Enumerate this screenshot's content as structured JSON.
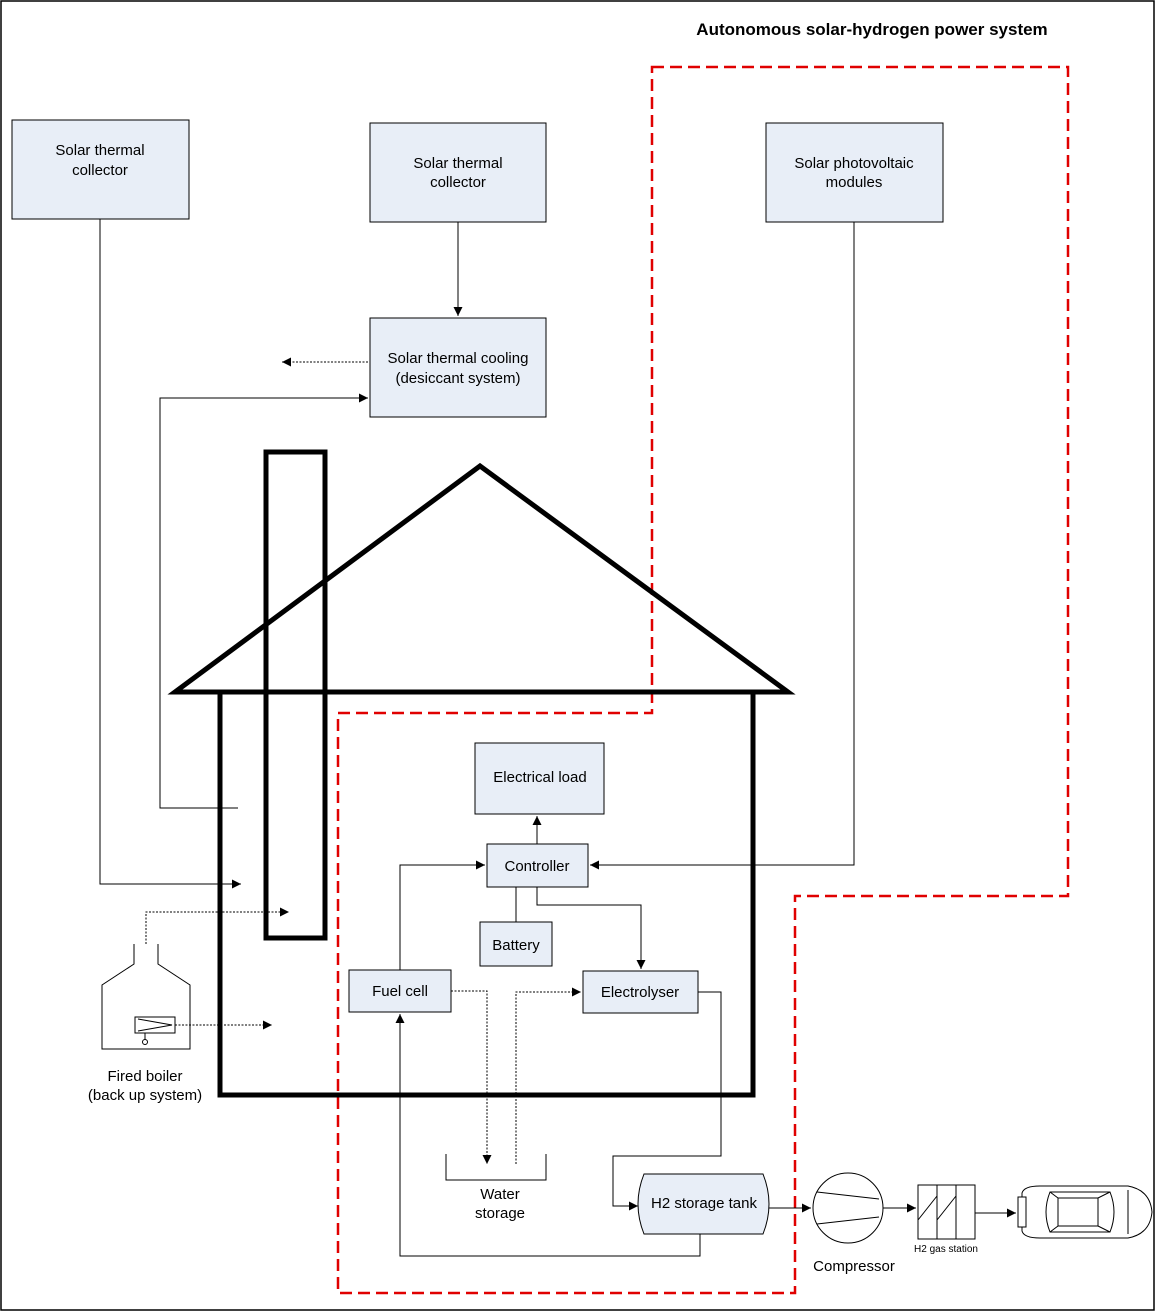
{
  "title": "Autonomous solar-hydrogen power system",
  "components": {
    "solar_thermal_collector_left": [
      "Solar thermal",
      "collector"
    ],
    "solar_thermal_collector_mid": [
      "Solar thermal",
      "collector"
    ],
    "solar_pv": [
      "Solar photovoltaic",
      "modules"
    ],
    "solar_cooling": [
      "Solar thermal cooling",
      "(desiccant system)"
    ],
    "electrical_load": "Electrical load",
    "controller": "Controller",
    "battery": "Battery",
    "fuel_cell": "Fuel cell",
    "electrolyser": "Electrolyser",
    "water_storage": [
      "Water",
      "storage"
    ],
    "h2_tank": "H2 storage tank",
    "compressor": "Compressor",
    "h2_station": "H2 gas station",
    "fired_boiler": [
      "Fired boiler",
      "(back up system)"
    ]
  },
  "icons": {
    "compressor": "compressor-icon",
    "h2_station": "gas-station-icon",
    "car": "car-icon",
    "boiler": "boiler-icon",
    "house": "house-outline"
  },
  "colors": {
    "box_fill": "#e8eef7",
    "boundary": "#e00000"
  }
}
